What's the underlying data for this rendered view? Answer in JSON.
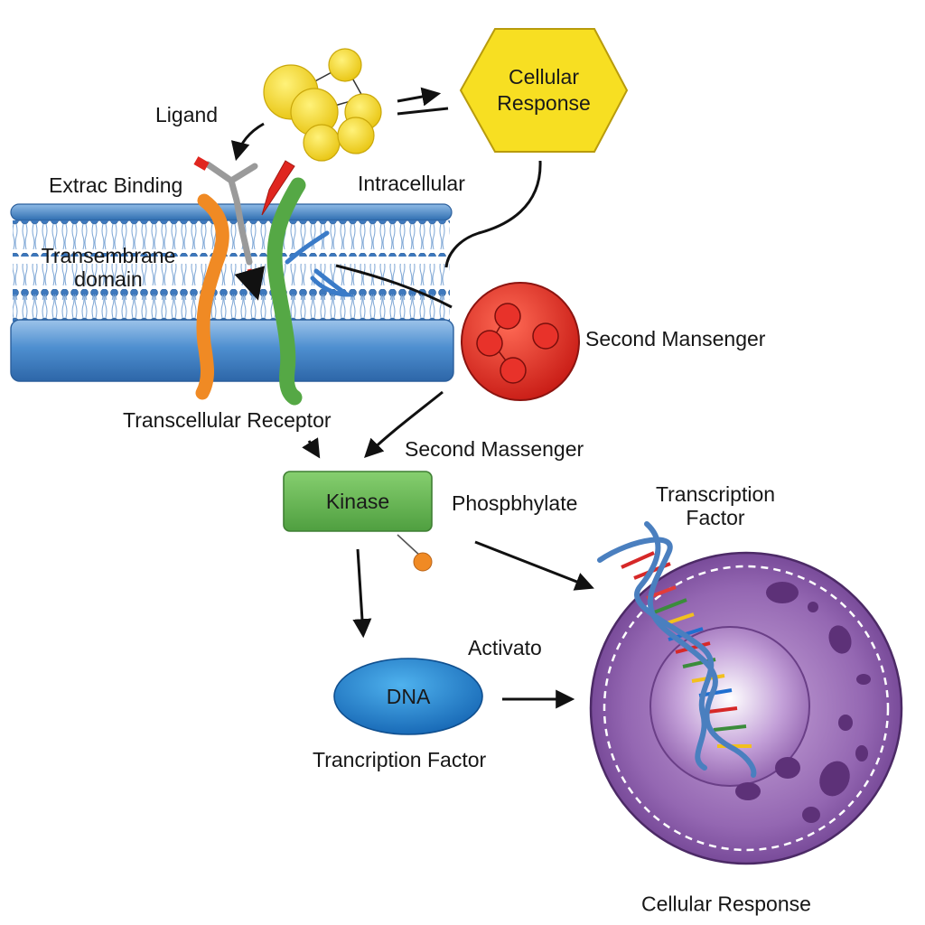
{
  "labels": {
    "ligand": "Ligand",
    "extrac_binding": "Extrac Binding",
    "intracellular": "Intracellular",
    "transmembrane_domain_line1": "Transembrane",
    "transmembrane_domain_line2": "domain",
    "transcellular_receptor": "Transcellular Receptor",
    "second_mansenger": "Second Mansenger",
    "second_massenger": "Second Massenger",
    "phospbhylate": "Phospbhylate",
    "transcription_factor_top_line1": "Transcription",
    "transcription_factor_top_line2": "Factor",
    "activato": "Activato",
    "trancription_factor": "Trancription Factor",
    "cellular_response_bottom": "Cellular Response"
  },
  "nodes": {
    "cellular_response_hexagon_line1": "Cellular",
    "cellular_response_hexagon_line2": "Response",
    "kinase": "Kinase",
    "dna": "DNA"
  },
  "colors": {
    "membrane_blue": "#3f7fc4",
    "ligand_yellow": "#f6dc2c",
    "hexagon_yellow": "#f7df22",
    "receptor_orange": "#f08a24",
    "receptor_green": "#55a845",
    "second_messenger_red": "#e0261f",
    "kinase_green": "#6fbf5a",
    "dna_blue": "#1f86d0",
    "nucleus_purple": "#8a5aa8",
    "arrow_black": "#111111"
  }
}
